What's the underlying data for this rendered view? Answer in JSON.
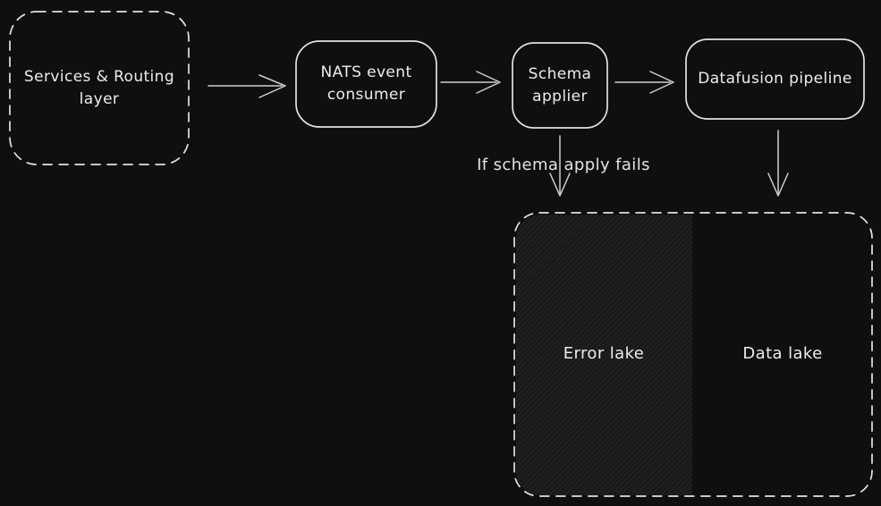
{
  "diagram": {
    "background_color": "#0f0f0f",
    "stroke_color": "#e3e3e3",
    "text_color": "#ececec",
    "error_lake_hatch_fill": "#191919",
    "nodes": {
      "services_routing": {
        "label": "Services & Routing layer",
        "shape": "dashed-rounded-rect"
      },
      "nats_consumer": {
        "label": "NATS event consumer",
        "shape": "rounded-rect"
      },
      "schema_applier": {
        "label": "Schema applier",
        "shape": "rounded-rect"
      },
      "datafusion_pipeline": {
        "label": "Datafusion pipeline",
        "shape": "rounded-rect"
      },
      "lakes_container": {
        "shape": "dashed-rounded-rect"
      },
      "error_lake": {
        "label": "Error lake",
        "fill": "hatched"
      },
      "data_lake": {
        "label": "Data lake",
        "fill": "none"
      }
    },
    "annotations": {
      "schema_fail_label": "If schema apply fails"
    },
    "edges": [
      {
        "from": "services_routing",
        "to": "nats_consumer"
      },
      {
        "from": "nats_consumer",
        "to": "schema_applier"
      },
      {
        "from": "schema_applier",
        "to": "datafusion_pipeline"
      },
      {
        "from": "schema_applier",
        "to": "error_lake",
        "label": "If schema apply fails"
      },
      {
        "from": "datafusion_pipeline",
        "to": "data_lake"
      }
    ]
  }
}
